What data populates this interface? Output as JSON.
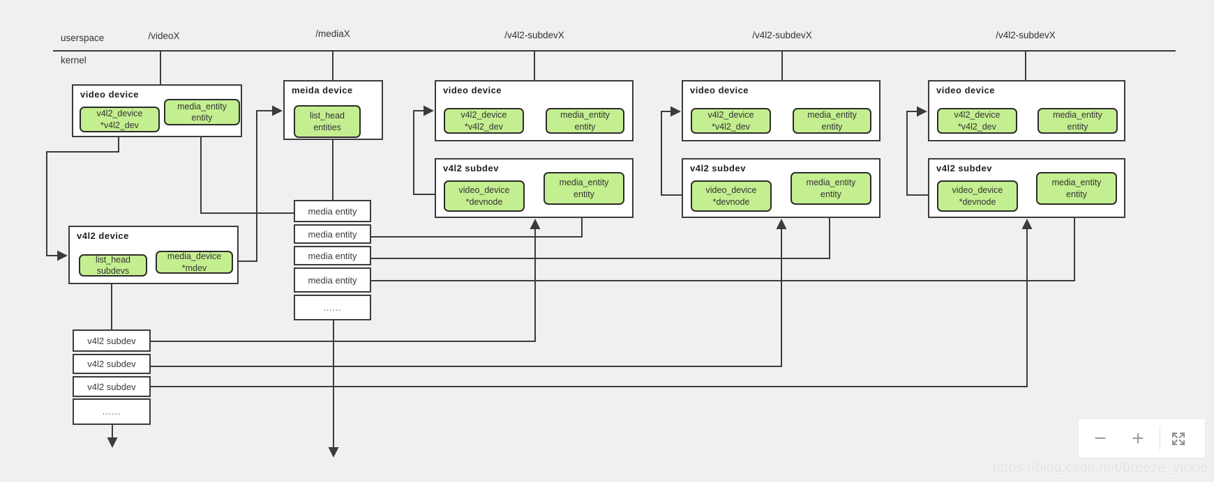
{
  "colors": {
    "background": "#f0f0f0",
    "line": "#3b3b3b",
    "box_fill": "#ffffff",
    "green_fill": "#c4ef90",
    "green_border": "#2b2b2b",
    "control_icon": "#9b9b9b",
    "watermark_text": "#e2e2e2"
  },
  "rail": {
    "userspace": "userspace",
    "kernel": "kernel",
    "nodes": [
      {
        "label": "/videoX"
      },
      {
        "label": "/mediaX"
      },
      {
        "label": "/v4l2-subdevX"
      },
      {
        "label": "/v4l2-subdevX"
      },
      {
        "label": "/v4l2-subdevX"
      }
    ]
  },
  "video_device_left": {
    "title": "video device",
    "v4l2_dev": "v4l2_device\n*v4l2_dev",
    "entity": "media_entity\nentity"
  },
  "media_device_box": {
    "title": "meida device",
    "entities": "list_head\nentities"
  },
  "v4l2_device_box": {
    "title": "v4l2 device",
    "subdevs": "list_head\nsubdevs",
    "mdev": "media_device\n*mdev"
  },
  "columns": [
    {
      "video_device": {
        "title": "video device",
        "v4l2_dev": "v4l2_device\n*v4l2_dev",
        "entity": "media_entity\nentity"
      },
      "v4l2_subdev": {
        "title": "v4l2 subdev",
        "devnode": "video_device\n*devnode",
        "entity": "media_entity\nentity"
      }
    },
    {
      "video_device": {
        "title": "video device",
        "v4l2_dev": "v4l2_device\n*v4l2_dev",
        "entity": "media_entity\nentity"
      },
      "v4l2_subdev": {
        "title": "v4l2 subdev",
        "devnode": "video_device\n*devnode",
        "entity": "media_entity\nentity"
      }
    },
    {
      "video_device": {
        "title": "video device",
        "v4l2_dev": "v4l2_device\n*v4l2_dev",
        "entity": "media_entity\nentity"
      },
      "v4l2_subdev": {
        "title": "v4l2 subdev",
        "devnode": "video_device\n*devnode",
        "entity": "media_entity\nentity"
      }
    }
  ],
  "media_entity_list": {
    "rows": [
      {
        "label": "media entity"
      },
      {
        "label": "media entity"
      },
      {
        "label": "media entity"
      },
      {
        "label": "media entity"
      },
      {
        "label": "......"
      }
    ]
  },
  "v4l2_subdev_list": {
    "rows": [
      {
        "label": "v4l2 subdev"
      },
      {
        "label": "v4l2 subdev"
      },
      {
        "label": "v4l2 subdev"
      },
      {
        "label": "......"
      }
    ]
  },
  "controls": {
    "zoom_out": "−",
    "zoom_in": "+"
  },
  "watermark": "https://blog.csdn.net/breeze_vickie"
}
